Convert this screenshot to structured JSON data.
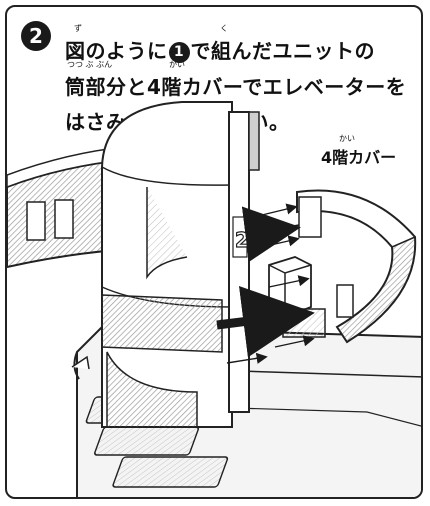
{
  "step": {
    "number": "2"
  },
  "instruction": {
    "line1_pre": "図のように",
    "line1_num": "1",
    "line1_post": "で組んだユニットの",
    "line2": "筒部分と4階カバーでエレベーターを",
    "line3": "はさみこんでください。",
    "ruby": {
      "zu": "ず",
      "ku": "く",
      "tsutsububun": "つつ ぶ ぶん",
      "kai": "かい"
    }
  },
  "illustration": {
    "label": "4階カバー",
    "label_ruby": "かい",
    "part_number": "2"
  },
  "colors": {
    "ink": "#1a1a1a",
    "gray": "#8c8c8c",
    "light": "#d9d9d9"
  }
}
